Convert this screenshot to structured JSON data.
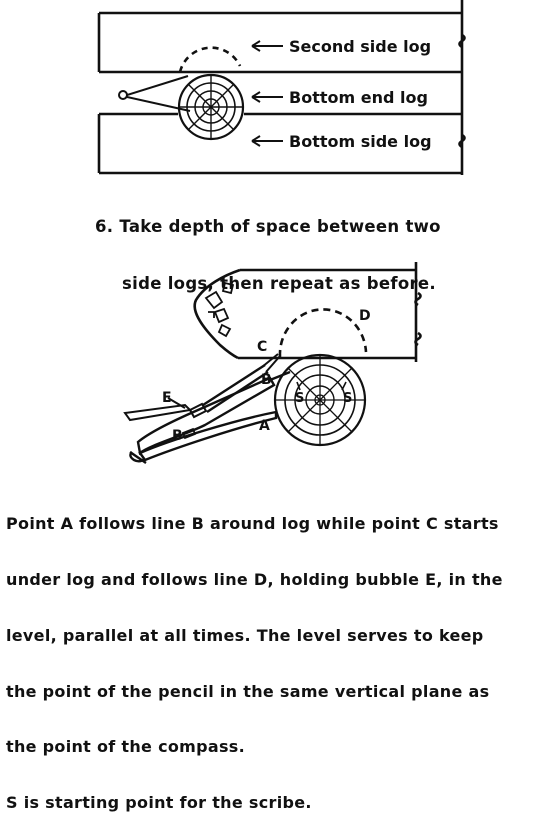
{
  "diagram_top": {
    "labels": {
      "second_side_log": "Second side log",
      "bottom_end_log": "Bottom end log",
      "bottom_side_log": "Bottom side log"
    },
    "caption_line1": "6. Take depth of space between two",
    "caption_line2": "side logs, then repeat as before."
  },
  "diagram_bottom": {
    "labels": {
      "A": "A",
      "B_pencil": "B",
      "B_log": "B",
      "C": "C",
      "D": "D",
      "E": "E",
      "S_left": "S",
      "S_right": "S"
    }
  },
  "caption_bottom": {
    "lines": [
      "Point A follows line B around log while point C starts",
      "under log and follows line D, holding bubble E, in the",
      "level, parallel at all times. The level serves to keep",
      "the point of the pencil in the same vertical plane as",
      "the point of the compass.",
      "S is starting point for the scribe."
    ]
  },
  "colors": {
    "ink": "#111111",
    "paper": "#ffffff"
  }
}
